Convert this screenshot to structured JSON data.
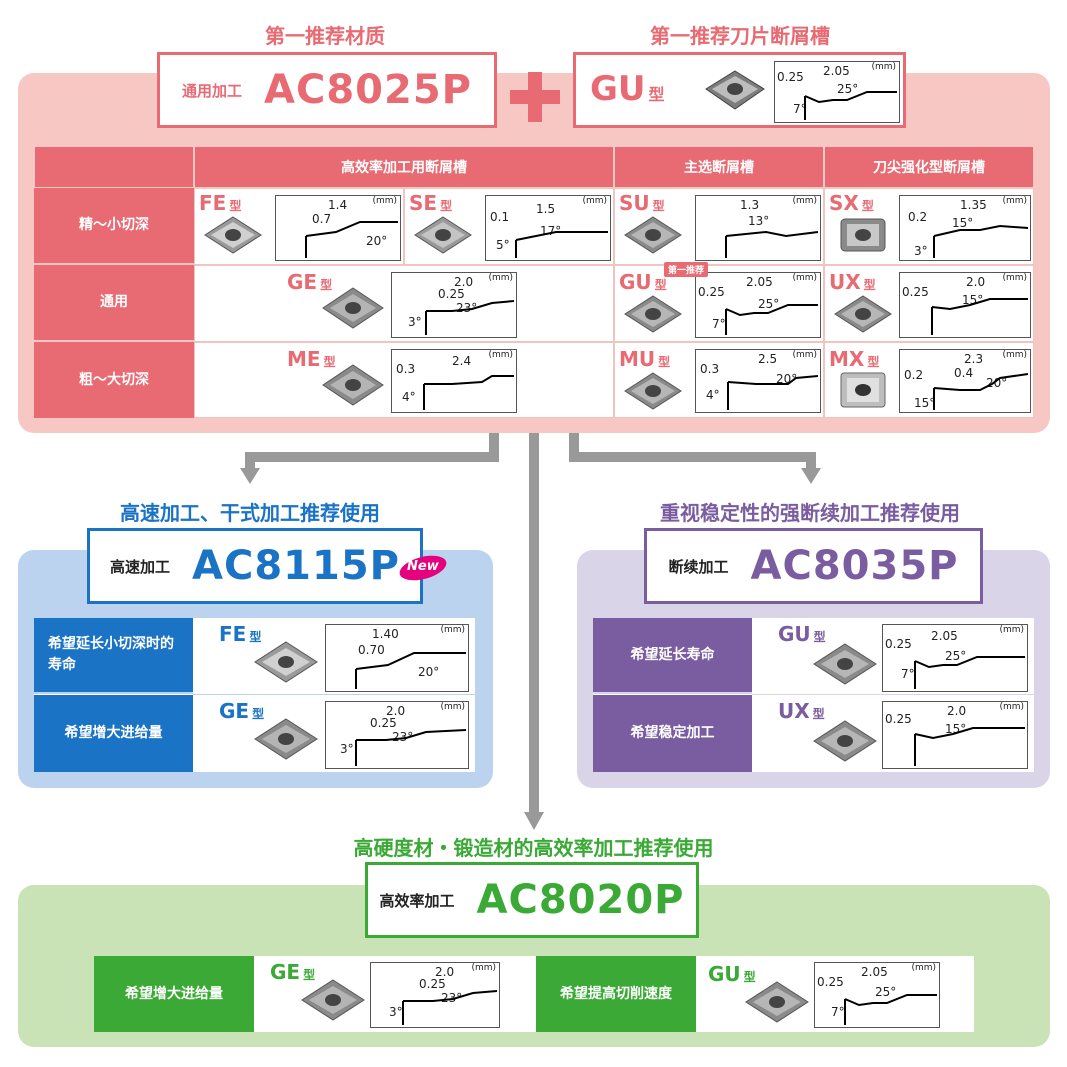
{
  "colors": {
    "pink": "#e86a72",
    "pink_bg": "#f7c8c3",
    "blue": "#1a73c4",
    "blue_bg": "#bcd3ef",
    "purple": "#7a5da0",
    "purple_bg": "#d9d4e8",
    "green": "#3aa935",
    "green_bg": "#c9e3b6"
  },
  "top": {
    "material_heading": "第一推荐材质",
    "breaker_heading": "第一推荐刀片断屑槽",
    "material_small": "通用加工",
    "material_big": "AC8025P",
    "plus": "+",
    "breaker_name": "GU",
    "breaker_type": "型",
    "profile": {
      "mm": "(mm)",
      "d1": "0.25",
      "d2": "2.05",
      "a1": "25°",
      "a2": "7°"
    }
  },
  "table": {
    "col_headers": [
      "高效率加工用断屑槽",
      "主选断屑槽",
      "刀尖强化型断屑槽"
    ],
    "row_labels": [
      "精～小切深",
      "通用",
      "粗～大切深"
    ],
    "badge": "第一推荐",
    "cells": {
      "fe": {
        "name": "FE",
        "type": "型",
        "mm": "(mm)",
        "d1": "1.4",
        "d2": "0.7",
        "a1": "20°"
      },
      "se": {
        "name": "SE",
        "type": "型",
        "mm": "(mm)",
        "d1": "0.1",
        "d2": "1.5",
        "a1": "17°",
        "a2": "5°"
      },
      "su": {
        "name": "SU",
        "type": "型",
        "mm": "(mm)",
        "d1": "1.3",
        "a1": "13°"
      },
      "sx": {
        "name": "SX",
        "type": "型",
        "mm": "(mm)",
        "d1": "1.35",
        "d2": "0.2",
        "a1": "15°",
        "a2": "3°"
      },
      "ge": {
        "name": "GE",
        "type": "型",
        "mm": "(mm)",
        "d1": "2.0",
        "d2": "0.25",
        "a1": "23°",
        "a2": "3°"
      },
      "gu": {
        "name": "GU",
        "type": "型",
        "mm": "(mm)",
        "d1": "0.25",
        "d2": "2.05",
        "a1": "25°",
        "a2": "7°"
      },
      "ux": {
        "name": "UX",
        "type": "型",
        "mm": "(mm)",
        "d1": "0.25",
        "d2": "2.0",
        "a1": "15°"
      },
      "me": {
        "name": "ME",
        "type": "型",
        "mm": "(mm)",
        "d1": "0.3",
        "d2": "2.4",
        "a1": "4°"
      },
      "mu": {
        "name": "MU",
        "type": "型",
        "mm": "(mm)",
        "d1": "0.3",
        "d2": "2.5",
        "a1": "20°",
        "a2": "4°"
      },
      "mx": {
        "name": "MX",
        "type": "型",
        "mm": "(mm)",
        "d1": "2.3",
        "d2": "0.2",
        "d3": "0.4",
        "a1": "20°",
        "a2": "15°"
      }
    }
  },
  "blue": {
    "heading": "高速加工、干式加工推荐使用",
    "small": "高速加工",
    "big": "AC8115P",
    "new_badge": "New",
    "rows": [
      {
        "label": "希望延长小切深时的寿命",
        "name": "FE",
        "type": "型",
        "mm": "(mm)",
        "d1": "1.40",
        "d2": "0.70",
        "a1": "20°"
      },
      {
        "label": "希望增大进给量",
        "name": "GE",
        "type": "型",
        "mm": "(mm)",
        "d1": "2.0",
        "d2": "0.25",
        "a1": "23°",
        "a2": "3°"
      }
    ]
  },
  "purple": {
    "heading": "重视稳定性的强断续加工推荐使用",
    "small": "断续加工",
    "big": "AC8035P",
    "rows": [
      {
        "label": "希望延长寿命",
        "name": "GU",
        "type": "型",
        "mm": "(mm)",
        "d1": "0.25",
        "d2": "2.05",
        "a1": "25°",
        "a2": "7°"
      },
      {
        "label": "希望稳定加工",
        "name": "UX",
        "type": "型",
        "mm": "(mm)",
        "d1": "0.25",
        "d2": "2.0",
        "a1": "15°"
      }
    ]
  },
  "green": {
    "heading": "高硬度材・锻造材的高效率加工推荐使用",
    "small": "高效率加工",
    "big": "AC8020P",
    "rows": [
      {
        "label": "希望增大进给量",
        "name": "GE",
        "type": "型",
        "mm": "(mm)",
        "d1": "2.0",
        "d2": "0.25",
        "a1": "23°",
        "a2": "3°"
      },
      {
        "label": "希望提高切削速度",
        "name": "GU",
        "type": "型",
        "mm": "(mm)",
        "d1": "0.25",
        "d2": "2.05",
        "a1": "25°",
        "a2": "7°"
      }
    ]
  }
}
